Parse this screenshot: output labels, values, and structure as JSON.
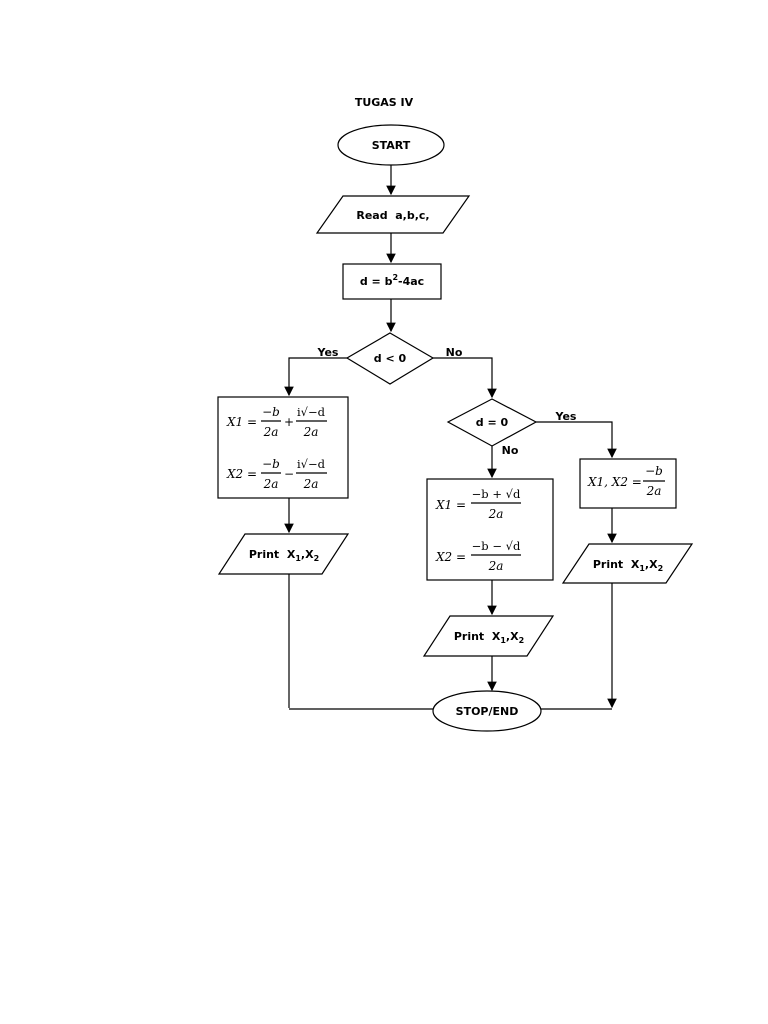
{
  "title": "TUGAS IV",
  "nodes": {
    "start": "START",
    "read": "Read  a,b,c,",
    "calc_d": {
      "base": "d = b",
      "sup": "2",
      "rest": "-4ac"
    },
    "decision1": "d < 0",
    "decision2": "d = 0",
    "complex_box": {
      "x1_lhs": "X1 =",
      "x2_lhs": "X2 =",
      "num_b": "−b",
      "den_2a": "2a",
      "num_isqrt": "i√−d",
      "den_2a_b": "2a",
      "plus": "+",
      "minus": "−"
    },
    "real_box": {
      "x1_lhs": "X1 =",
      "x2_lhs": "X2 =",
      "num1": "−b + √d",
      "num2": "−b − √d",
      "den": "2a"
    },
    "equal_box": {
      "lhs": "X1, X2 =",
      "num": "−b",
      "den": "2a"
    },
    "print_label": "Print  X",
    "print_sub1": "1",
    "print_sep": ",X",
    "print_sub2": "2",
    "stop": "STOP/END"
  },
  "edge_labels": {
    "yes1": "Yes",
    "no1": "No",
    "yes2": "Yes",
    "no2": "No"
  }
}
